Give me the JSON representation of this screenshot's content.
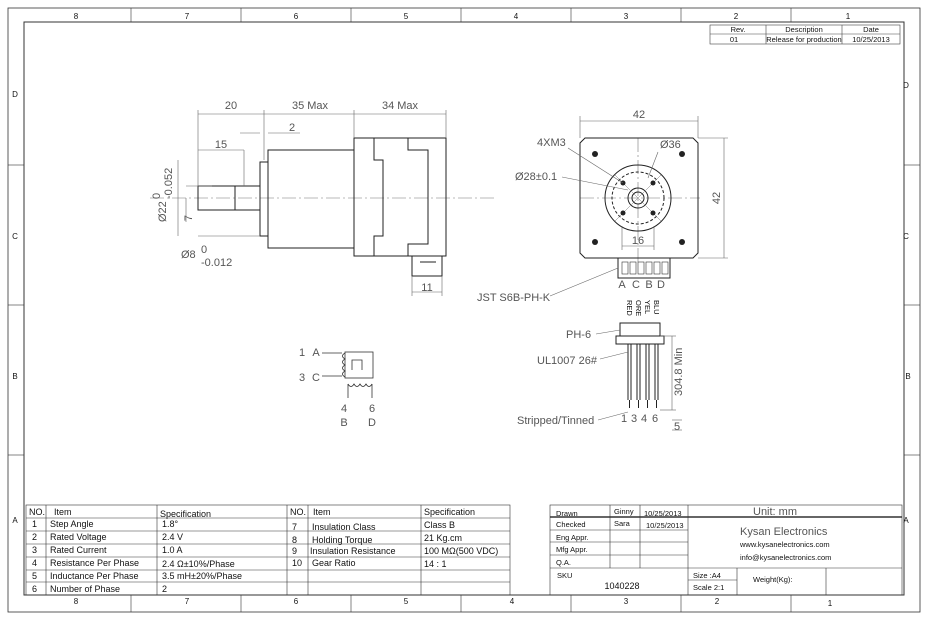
{
  "border": {
    "top_cols": [
      "8",
      "7",
      "6",
      "5",
      "4",
      "3",
      "2",
      "1"
    ],
    "bottom_cols": [
      "8",
      "7",
      "6",
      "5",
      "4",
      "3",
      "2",
      "1"
    ],
    "left_rows": [
      "D",
      "C",
      "B",
      "A"
    ],
    "right_rows": [
      "D",
      "C",
      "B",
      "A"
    ]
  },
  "revision": {
    "headers": [
      "Rev.",
      "Description",
      "Date"
    ],
    "row": [
      "01",
      "Release for production",
      "10/25/2013"
    ]
  },
  "side_view": {
    "dims": {
      "d20": "20",
      "d35": "35 Max",
      "d34": "34 Max",
      "d2": "2",
      "d15": "15",
      "d7": "7",
      "d11": "11",
      "shaft_tol_a": "0",
      "shaft_tol_b": "-0.052",
      "shaft_dia": "Ø22",
      "d8": "Ø8",
      "d8_tol_a": "0",
      "d8_tol_b": "-0.012"
    }
  },
  "front_view": {
    "dims": {
      "w42": "42",
      "h42": "42",
      "m3": "4XM3",
      "d36": "Ø36",
      "d28": "Ø28±0.1",
      "d16": "16"
    },
    "connector_pins": [
      "A",
      "C",
      "B",
      "D"
    ],
    "connector_label": "JST S6B-PH-K"
  },
  "wiring": {
    "colors": [
      "RED",
      "ORE",
      "YEL",
      "BLU"
    ],
    "ph6": "PH-6",
    "wire": "UL1007 26#",
    "length": "304.8 Min",
    "stripped": "Stripped/Tinned",
    "pins": [
      "1",
      "3",
      "4",
      "6"
    ],
    "pitch": "5"
  },
  "schematic": {
    "left_labels": [
      "1",
      "A",
      "3",
      "C"
    ],
    "bottom_nums": [
      "4",
      "6"
    ],
    "bottom_letters": [
      "B",
      "D"
    ]
  },
  "spec_table": {
    "headers": [
      "NO.",
      "Item",
      "Specification",
      "NO.",
      "Item",
      "Specification"
    ],
    "left": [
      [
        "1",
        "Step Angle",
        "1.8°"
      ],
      [
        "2",
        "Rated Voltage",
        "2.4 V"
      ],
      [
        "3",
        "Rated Current",
        "1.0 A"
      ],
      [
        "4",
        "Resistance Per Phase",
        "2.4 Ω±10%/Phase"
      ],
      [
        "5",
        "Inductance Per Phase",
        "3.5 mH±20%/Phase"
      ],
      [
        "6",
        "Number of Phase",
        "2"
      ]
    ],
    "right": [
      [
        "7",
        "Insulation Class",
        "Class B"
      ],
      [
        "8",
        "Holding Torque",
        "21  Kg.cm"
      ],
      [
        "9",
        "Insulation Resistance",
        "100 MΩ(500 VDC)"
      ],
      [
        "10",
        "Gear Ratio",
        "14 : 1"
      ]
    ]
  },
  "title_block": {
    "unit": "Unit: mm",
    "rows": [
      [
        "Drawn",
        "Ginny",
        "10/25/2013"
      ],
      [
        "Checked",
        "Sara",
        "10/25/2013"
      ],
      [
        "Eng Appr.",
        "",
        ""
      ],
      [
        "Mfg Appr.",
        "",
        ""
      ],
      [
        "Q.A.",
        "",
        ""
      ]
    ],
    "company": "Kysan Electronics",
    "web": "www.kysanelectronics.com",
    "email": "info@kysanelectronics.com",
    "sku_label": "SKU",
    "sku": "1040228",
    "size": "Size :A4",
    "scale": "Scale 2:1",
    "weight": "Weight(Kg):"
  }
}
